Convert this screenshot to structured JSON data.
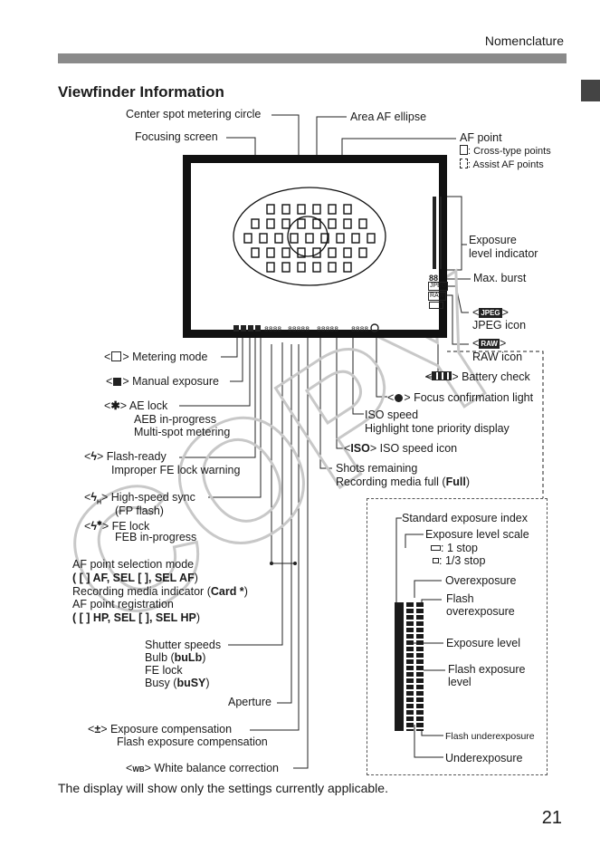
{
  "header": {
    "chapter": "Nomenclature",
    "page_number": "21"
  },
  "section_title": "Viewfinder Information",
  "footer_note": "The display will show only the settings currently applicable.",
  "watermark": "COPY",
  "labels": {
    "center_spot": "Center spot metering circle",
    "focusing_screen": "Focusing screen",
    "area_af": "Area AF ellipse",
    "af_point": "AF point",
    "cross_type": ": Cross-type points",
    "assist_af": ": Assist AF points",
    "exposure_level_indicator_1": "Exposure",
    "exposure_level_indicator_2": "level indicator",
    "max_burst": "Max. burst",
    "jpeg_icon": "JPEG icon",
    "raw_icon": "RAW icon",
    "battery_check": "> Battery check",
    "focus_confirm": "> Focus confirmation light",
    "iso_speed": "ISO speed",
    "highlight_tone": "Highlight tone priority display",
    "iso_speed_icon": "> ISO speed icon",
    "shots_remaining": "Shots remaining",
    "media_full_a": "Recording media full (",
    "media_full_b": "Full",
    "media_full_c": ")",
    "metering_mode": "> Metering mode",
    "manual_exposure": "> Manual exposure",
    "ae_lock": "> AE lock",
    "aeb": "AEB in-progress",
    "multi_spot": "Multi-spot metering",
    "flash_ready": "> Flash-ready",
    "improper_fe": "Improper FE lock warning",
    "high_speed_sync": "> High-speed sync",
    "fp_flash": "(FP flash)",
    "fe_lock": "> FE lock",
    "feb": "FEB in-progress",
    "af_sel_mode": "AF point selection mode",
    "af_sel_values": "( [ ] AF, SEL [ ], SEL AF",
    "af_sel_close": ")",
    "rec_media_a": "Recording media indicator (",
    "rec_media_b": "Card *",
    "rec_media_c": ")",
    "af_reg": "AF point registration",
    "af_reg_values": "( [ ] HP, SEL [ ], SEL HP",
    "af_reg_close": ")",
    "shutter": "Shutter speeds",
    "bulb_a": "Bulb (",
    "bulb_b": "buLb",
    "bulb_c": ")",
    "fe_lock2": "FE lock",
    "busy_a": "Busy (",
    "busy_b": "buSY",
    "busy_c": ")",
    "aperture": "Aperture",
    "exp_comp": "> Exposure compensation",
    "flash_exp_comp": "Flash exposure compensation",
    "wb_corr": "> White balance correction",
    "std_exp_index": "Standard exposure index",
    "exp_level_scale": "Exposure level scale",
    "one_stop": ": 1 stop",
    "third_stop": ": 1/3 stop",
    "overexposure": "Overexposure",
    "flash_over_1": "Flash",
    "flash_over_2": "overexposure",
    "exposure_level": "Exposure level",
    "flash_exp_1": "Flash exposure",
    "flash_exp_2": "level",
    "flash_under": "Flash underexposure",
    "underexposure": "Underexposure",
    "lt": "<",
    "gt": ">",
    "jpeg_badge": "JPEG",
    "raw_badge": "RAW",
    "iso_badge": "ISO",
    "burst_digits": "88",
    "wb_glyph": "WB"
  }
}
